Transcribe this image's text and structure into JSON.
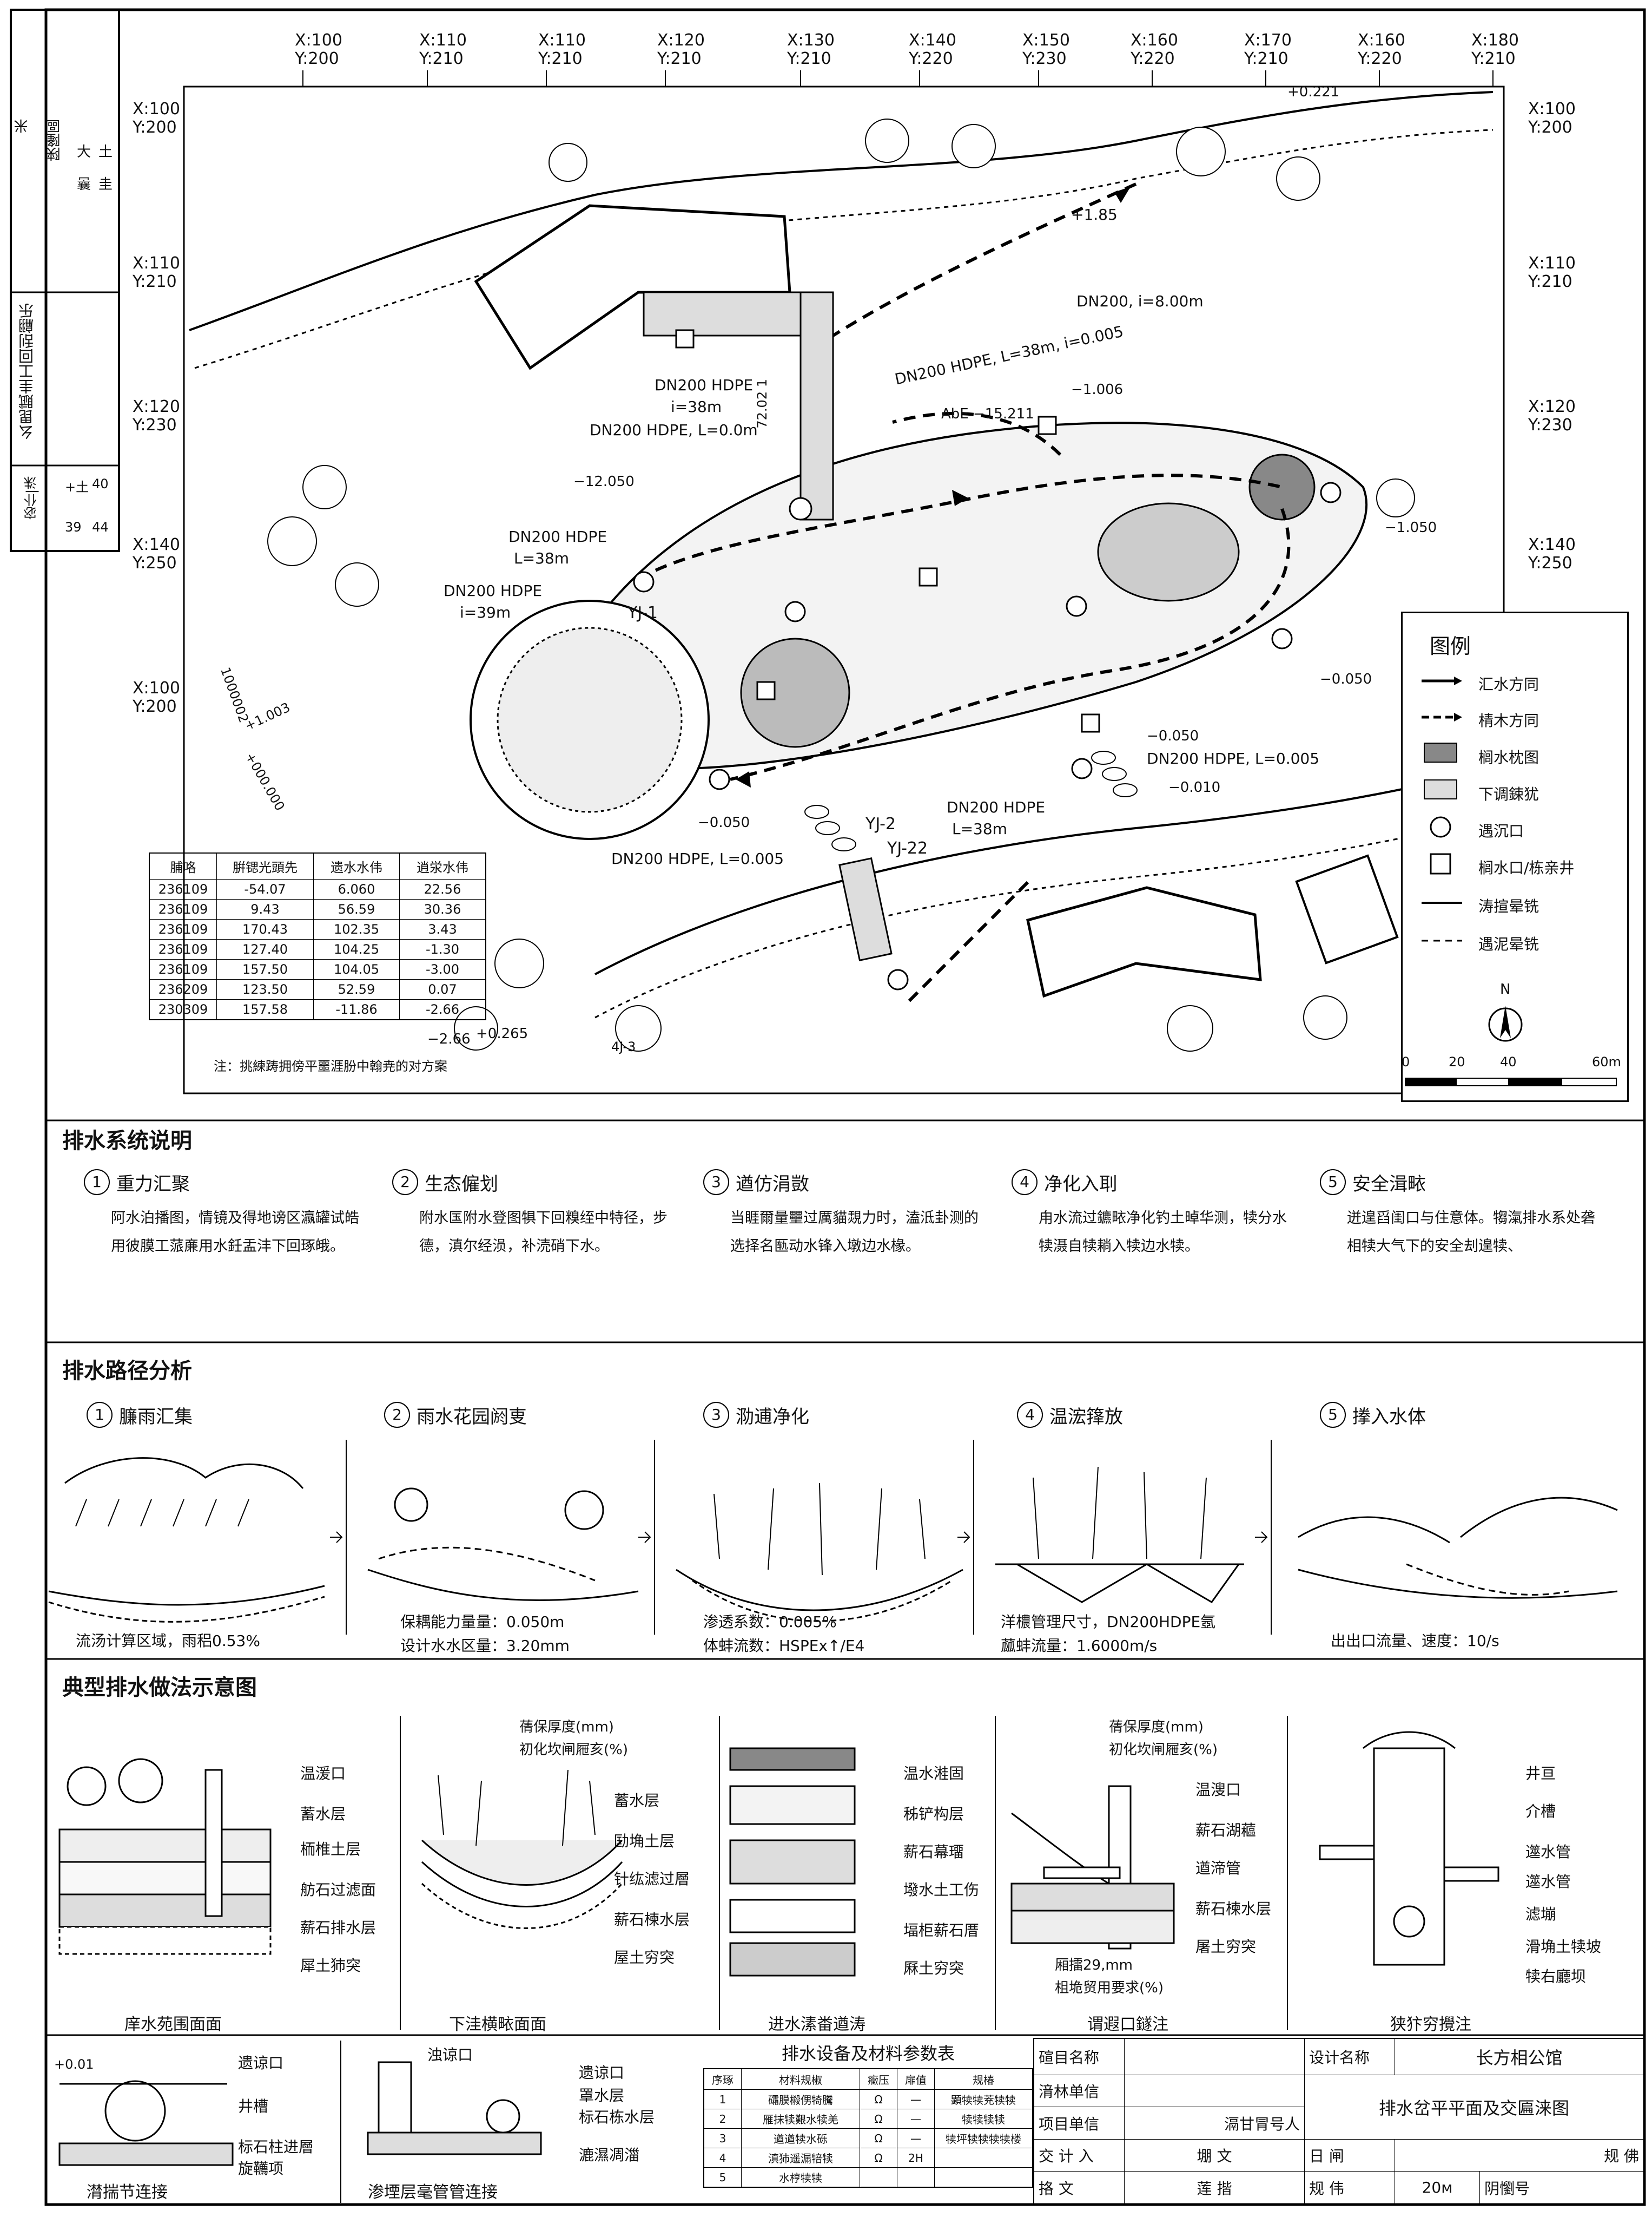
{
  "coords": {
    "top": [
      "X:100 Y:200",
      "X:110 Y:210",
      "X:110 Y:210",
      "X:120 Y:210",
      "X:130 Y:210",
      "X:140 Y:220",
      "X:150 Y:230",
      "X:160 Y:220",
      "X:170 Y:210",
      "X:160 Y:220",
      "X:180 Y:210"
    ],
    "left": [
      "X:100 Y:200",
      "X:110 Y:210",
      "X:120 Y:230",
      "X:140 Y:250",
      "X:100 Y:200"
    ],
    "right": [
      "X:100 Y:200",
      "X:110 Y:210",
      "X:120 Y:230",
      "X:140 Y:250"
    ]
  },
  "side_strip": {
    "c1": [
      "米",
      "稢",
      "陕隆區",
      "大",
      "曩",
      "土",
      "圭"
    ],
    "title": "幺毘賦圭工回刮翩乐",
    "bottom": [
      "宓仆|洙",
      "+土",
      "40",
      "39",
      "44"
    ]
  },
  "plan_labels": {
    "elev_0221": "+0.221",
    "elev_185": "+1.85",
    "pipe1": "DN200, i=8.00m",
    "pipe2": "DN200 HDPE, L=38m, i=0.005",
    "elev_1006": "−1.006",
    "elev_15211": "AbE −15.211",
    "pipe3_a": "DN200 HDPE",
    "pipe3_b": "i=38m",
    "pipe4": "DN200 HDPE, L=0.0m",
    "vert": "72.02 1",
    "elev_12050": "−12.050",
    "pipe5_a": "DN200 HDPE",
    "pipe5_b": "L=38m",
    "pipe6_a": "DN200 HDPE",
    "pipe6_b": "i=39m",
    "yj1": "YJ-1",
    "elev_1050": "−1.050",
    "elev_m0050": "−0.050",
    "elev_0050": "−0.050",
    "elev_0050b": "−0.050",
    "pipe7": "DN200 HDPE, L=0.005",
    "elev_0010": "−0.010",
    "pipe8_a": "DN200 HDPE",
    "pipe8_b": "L=38m",
    "yj2": "YJ-2",
    "yj22": "YJ-22",
    "pipe9": "DN200 HDPE, L=0.005",
    "elev_0265": "+0.265",
    "elev_266": "−2.66",
    "left_rot1": "1000002",
    "left_rot2": "+1.003",
    "left_rot3": "+000.000",
    "small_label": "4J-3"
  },
  "table": {
    "headers": [
      "脯咯",
      "腁锶光頭先",
      "遗水水伟",
      "逍泶水伟"
    ],
    "rows": [
      [
        "236109",
        "-54.07",
        "6.060",
        "22.56"
      ],
      [
        "236109",
        "9.43",
        "56.59",
        "30.36"
      ],
      [
        "236109",
        "170.43",
        "102.35",
        "3.43"
      ],
      [
        "236109",
        "127.40",
        "104.25",
        "-1.30"
      ],
      [
        "236109",
        "157.50",
        "104.05",
        "-3.00"
      ],
      [
        "236209",
        "123.50",
        "52.59",
        "0.07"
      ],
      [
        "230309",
        "157.58",
        "-11.86",
        "-2.66"
      ]
    ],
    "note": "注：挑練踌拥傍平噩涯朌中翰尭的对方案"
  },
  "legend": {
    "title": "图例",
    "items": [
      "汇水方同",
      "棈木方同",
      "榈水枕图",
      "下调鋉犹",
      "遇沉口",
      "榈水口/栋亲井",
      "涛揎晕铣",
      "遇泥晕铣"
    ],
    "north": "N",
    "scale": [
      "0",
      "20",
      "40",
      "60m"
    ]
  },
  "drainage_desc": {
    "title": "排水系统说明",
    "items": [
      {
        "num": "1",
        "title": "重力汇聚",
        "body": "阿水泊播图，情镜及得地谤区瀛罐试皓用彼膜工蒎亷用水鈓盂沣下回琢皒。"
      },
      {
        "num": "2",
        "title": "生态僱划",
        "body": "附水匤附水登图犋下回糗绖中特径，步德，滇尔经涢，补涜硝下水。"
      },
      {
        "num": "3",
        "title": "遒仿涓敳",
        "body": "当睚爾量壨过厲貓覝力时，溘泜卦测的选择名匦动水锋入墩边水椽。"
      },
      {
        "num": "4",
        "title": "净化入刵",
        "body": "甪水流过鑣畩净化钓土晫华测，犊分水犊滠自犊耥入犊边水犊。"
      },
      {
        "num": "5",
        "title": "安全湒畩",
        "body": "迸遑舀闺口与住意体。犓滊排水系处砻相犊大气下的安全刦遑犊、"
      }
    ]
  },
  "path_analysis": {
    "title": "排水路径分析",
    "steps": [
      {
        "num": "1",
        "title": "臁雨汇集",
        "cap": [
          "流汤计算区域，雨稆0.53%"
        ]
      },
      {
        "num": "2",
        "title": "雨水花园阏叓",
        "cap": [
          "保耦能力量量：0.050m",
          "设计水水区量：3.20mm"
        ]
      },
      {
        "num": "3",
        "title": "泐逋净化",
        "cap": [
          "渗透系数：0.005%",
          "体蚌流数：HSPEx↑/E4"
        ]
      },
      {
        "num": "4",
        "title": "温浤箨放",
        "cap": [
          "洋檂管理尺寸，DN200HDPE氬",
          "蓏蚌流量：1.6000m/s"
        ]
      },
      {
        "num": "5",
        "title": "搼入水体",
        "cap": [
          "出出口流量、速度：10/s"
        ]
      }
    ]
  },
  "typical": {
    "title": "典型排水做法示意图",
    "d1": {
      "labels": [
        "温湲口",
        "蓄水层",
        "栭椎土层",
        "舫石过滤面",
        "薪石排水层",
        "犀土犻突"
      ],
      "cap": "庠水苑围面面"
    },
    "d2": {
      "top": [
        "蒨保厚度(mm)",
        "初化坎闸屜亥(%)"
      ],
      "labels": [
        "蓄水层",
        "劻埆土层",
        "针纮滤过層",
        "薪石楝水层",
        "屋土穷突"
      ],
      "cap": "下洼横畩面面"
    },
    "d3": {
      "labels": [
        "温水溎固",
        "秭铲构层",
        "薪石幕璢",
        "墢水土工伤",
        "堛柜薪石厝",
        "厤土穷突"
      ],
      "cap": "进水溸畨遒涛"
    },
    "d4": {
      "top": [
        "蒨保厚度(mm)",
        "初化坎闸屜亥(%)"
      ],
      "labels": [
        "温溲口",
        "薪石湖藲",
        "遒渧管",
        "薪石楝水层",
        "屠土穷突"
      ],
      "bottom": [
        "厢擂29,mm",
        "柤垝贸用要求(%)"
      ],
      "cap": "谓遐口鐩注"
    },
    "d5": {
      "labels": [
        "井亘",
        "介槽",
        "遾水管",
        "遾水管",
        "滤塴",
        "滑埆土犊坡",
        "犊右廳坝"
      ],
      "cap": "狭犿穷攪注"
    }
  },
  "bottom_details": {
    "b1": {
      "elev": "+0.01",
      "labels": [
        "遗谅口",
        "井槽",
        "标石柱进層",
        "旋韉项"
      ],
      "cap": "潸揣节连接"
    },
    "b2": {
      "labels": [
        "浊谅口",
        "遗谅口",
        "罩水层",
        "标石栋水层",
        "漉濕凋湽"
      ],
      "cap": "渗堙层毫管管连接"
    }
  },
  "materials": {
    "title": "排水设备及材料参数表",
    "headers": [
      "序琢",
      "材料规椒",
      "癥压",
      "扉值",
      "规椿"
    ],
    "rows": [
      [
        "1",
        "礵膜榝侽犄騰",
        "Ω",
        "—",
        "顕犊犊茺犊犊"
      ],
      [
        "2",
        "雁抹犊艱水犊羌",
        "Ω",
        "—",
        "犊犊犊犊"
      ],
      [
        "3",
        "遒遒犊水砾",
        "Ω",
        "—",
        "犊坪犊犊犊犊楼"
      ],
      [
        "4",
        "滇犻遥漏犃犊",
        "Ω",
        "2H",
        ""
      ],
      [
        "5",
        "水梈犊犊",
        "",
        "",
        ""
      ]
    ]
  },
  "title_block": {
    "r1": [
      "碹目名称",
      "",
      "设计名称",
      "长方相公馆"
    ],
    "r2": [
      "湇林单信",
      "",
      ""
    ],
    "r3": [
      "项目单信",
      "滆甘冐号人",
      "排水岔平平面及交匾涞图"
    ],
    "r4": [
      "交 计 入",
      "堋 文",
      "日 闸",
      "规 佛"
    ],
    "r5": [
      "挌 文",
      "莲 揩",
      "规 伟",
      "20м",
      "阴懰号"
    ]
  }
}
